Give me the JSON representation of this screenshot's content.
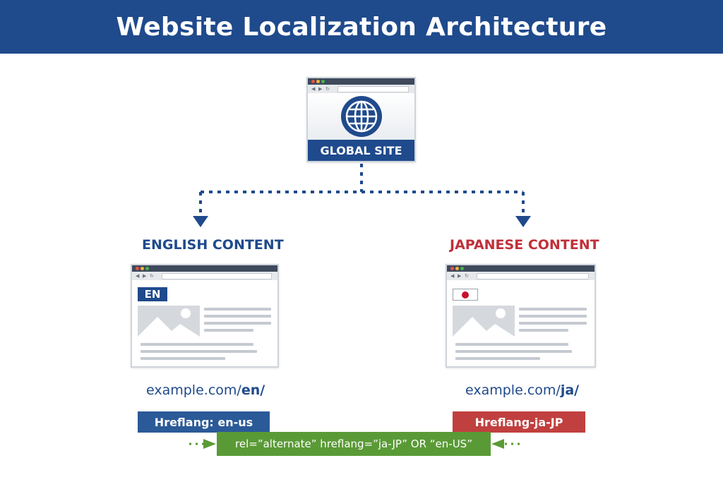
{
  "title": "Website Localization Architecture",
  "global_site": {
    "label": "GLOBAL SITE"
  },
  "english": {
    "heading": "ENGLISH CONTENT",
    "badge": "EN",
    "url_base": "example.com/",
    "url_path": "en/",
    "hreflang": "Hreflang: en-us"
  },
  "japanese": {
    "heading": "JAPANESE CONTENT",
    "flag": "japan-flag",
    "url_base": "example.com/",
    "url_path": "ja/",
    "hreflang": "Hreflang-ja-JP"
  },
  "relation": {
    "text": "rel=”alternate” hreflang=”ja-JP” OR “en-US”"
  },
  "colors": {
    "primary_blue": "#1f4a8c",
    "japanese_red": "#c0303a",
    "hreflang_red": "#c0403f",
    "english_pill": "#2b5a98",
    "relation_green": "#5a9a36"
  },
  "icons": [
    "globe-icon",
    "image-placeholder-icon",
    "arrow-down-icon",
    "arrow-left-icon",
    "arrow-right-icon"
  ]
}
